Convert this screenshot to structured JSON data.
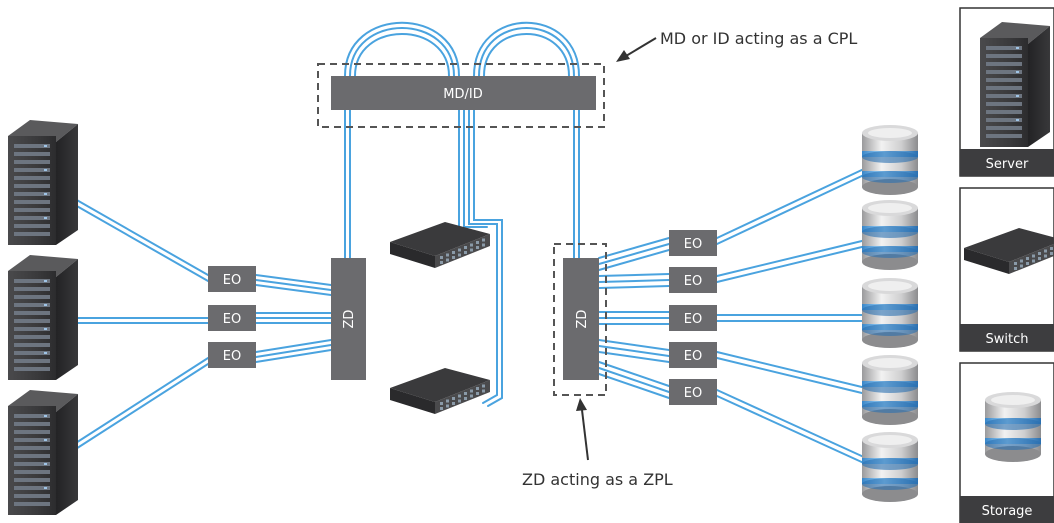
{
  "core_device": {
    "label": "MD/ID"
  },
  "zone_left": {
    "label": "ZD"
  },
  "zone_right": {
    "label": "ZD"
  },
  "eo_left": [
    "EO",
    "EO",
    "EO"
  ],
  "eo_right": [
    "EO",
    "EO",
    "EO",
    "EO",
    "EO"
  ],
  "annotations": {
    "cpl": "MD or ID acting as a CPL",
    "zpl": "ZD acting as a ZPL"
  },
  "legend": {
    "server": "Server",
    "switch": "Switch",
    "storage": "Storage"
  },
  "colors": {
    "cable": "#4aa3df",
    "device_box": "#6b6b6e",
    "frame": "#333333"
  },
  "icons": [
    "server-icon",
    "switch-icon",
    "storage-icon"
  ]
}
